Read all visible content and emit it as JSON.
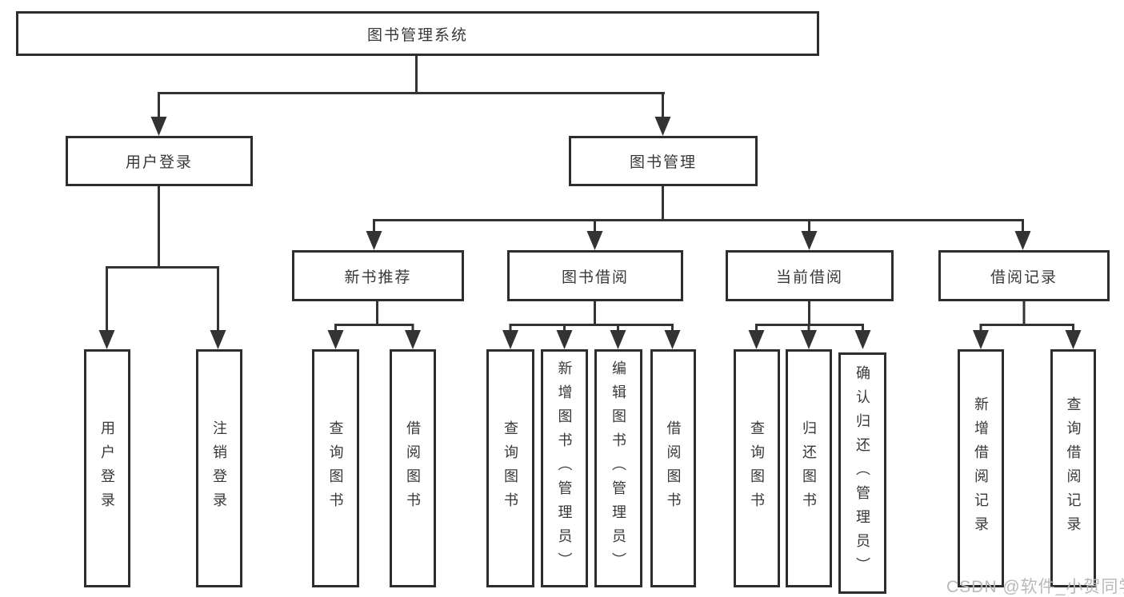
{
  "title": "图书管理系统",
  "tree": {
    "root": {
      "label": "图书管理系统",
      "children": [
        {
          "label": "用户登录",
          "children": [
            {
              "label": "用户登录"
            },
            {
              "label": "注销登录"
            }
          ]
        },
        {
          "label": "图书管理",
          "children": [
            {
              "label": "新书推荐",
              "children": [
                {
                  "label": "查询图书"
                },
                {
                  "label": "借阅图书"
                }
              ]
            },
            {
              "label": "图书借阅",
              "children": [
                {
                  "label": "查询图书"
                },
                {
                  "label": "新增图书（管理员）"
                },
                {
                  "label": "编辑图书（管理员）"
                },
                {
                  "label": "借阅图书"
                }
              ]
            },
            {
              "label": "当前借阅",
              "children": [
                {
                  "label": "查询图书"
                },
                {
                  "label": "归还图书"
                },
                {
                  "label": "确认归还（管理员）"
                }
              ]
            },
            {
              "label": "借阅记录",
              "children": [
                {
                  "label": "新增借阅记录"
                },
                {
                  "label": "查询借阅记录"
                }
              ]
            }
          ]
        }
      ]
    }
  },
  "watermark": {
    "text": "CSDN @软件_小贺同学"
  },
  "colors": {
    "line": "#333333",
    "box_border": "#2d2d2d",
    "text": "#383838",
    "watermark": "#b9b9b9",
    "background": "#ffffff"
  }
}
